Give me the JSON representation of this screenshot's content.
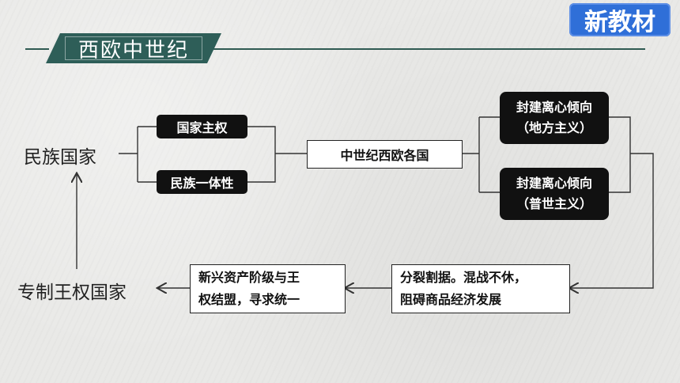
{
  "badge": {
    "label": "新教材"
  },
  "header": {
    "title": "西欧中世纪"
  },
  "nodes": {
    "national_state": "民族国家",
    "sovereignty": "国家主权",
    "national_unity": "民族一体性",
    "medieval_europe": "中世纪西欧各国",
    "feudal_local": {
      "line1": "封建离心倾向",
      "line2": "（地方主义）"
    },
    "feudal_universal": {
      "line1": "封建离心倾向",
      "line2": "（普世主义）"
    },
    "division": {
      "line1": "分裂割据。混战不休，",
      "line2": "阻碍商品经济发展"
    },
    "bourgeoisie": {
      "line1": "新兴资产阶级与王",
      "line2": "权结盟，寻求统一"
    },
    "absolute_monarchy": "专制王权国家"
  }
}
